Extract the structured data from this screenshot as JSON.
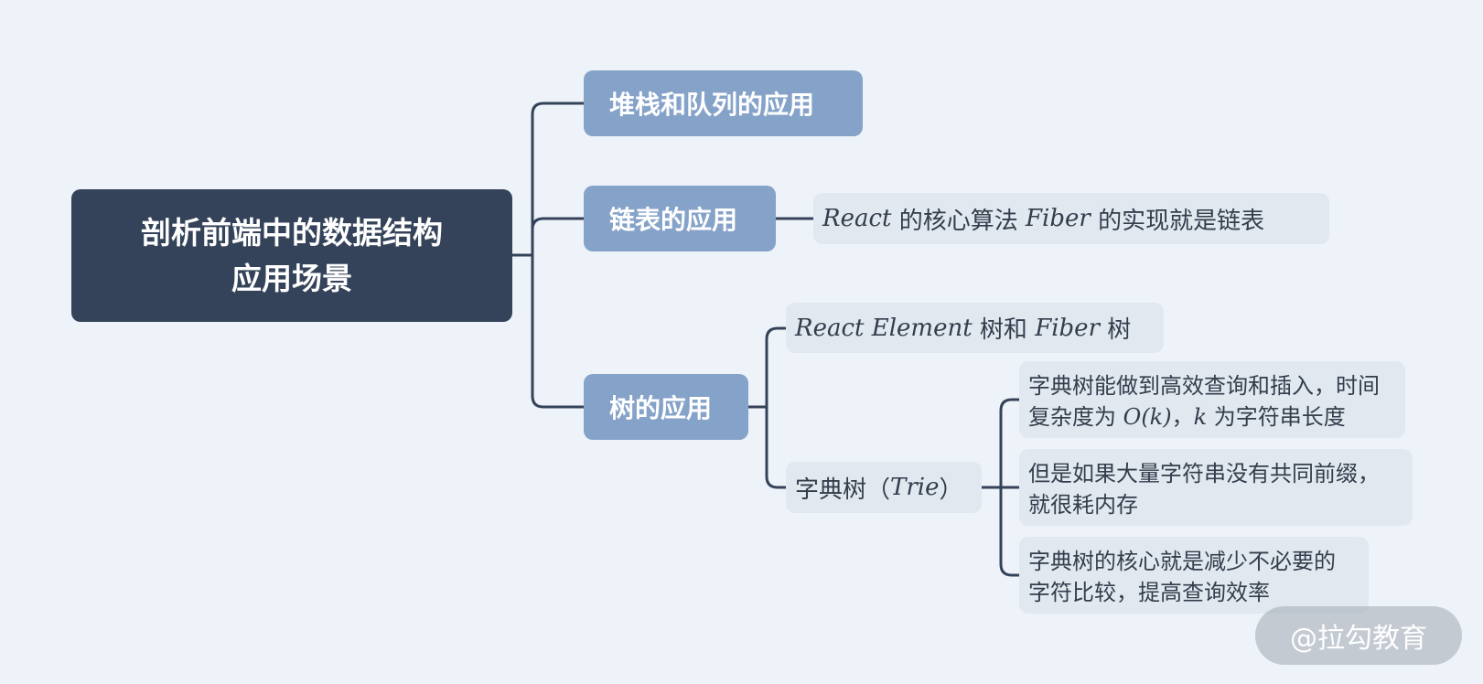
{
  "root": {
    "line1": "剖析前端中的数据结构",
    "line2": "应用场景"
  },
  "branches": [
    {
      "label": "堆栈和队列的应用"
    },
    {
      "label": "链表的应用",
      "leaf": {
        "italic1": "React",
        "text1": " 的核心算法 ",
        "italic2": "Fiber",
        "text2": " 的实现就是链表"
      }
    },
    {
      "label": "树的应用",
      "children": [
        {
          "italic1": "React Element",
          "text1": " 树和 ",
          "italic2": "Fiber",
          "text2": " 树"
        },
        {
          "label_a": "字典树（",
          "label_italic": "Trie",
          "label_b": "）",
          "children": [
            {
              "line1": "字典树能做到高效查询和插入，时间",
              "line2a": "复杂度为 ",
              "line2_italic": "O(k)",
              "line2b": "，",
              "line2_italic2": "k",
              "line2c": " 为字符串长度"
            },
            {
              "line1": "但是如果大量字符串没有共同前缀，",
              "line2": "就很耗内存"
            },
            {
              "line1": "字典树的核心就是减少不必要的",
              "line2": "字符比较，提高查询效率"
            }
          ]
        }
      ]
    }
  ],
  "watermark": "@拉勾教育",
  "colors": {
    "background": "#eef3f9",
    "root": "#344359",
    "branch": "#85a2c9",
    "leaf": "#e1e8f0",
    "connector": "#344359"
  }
}
